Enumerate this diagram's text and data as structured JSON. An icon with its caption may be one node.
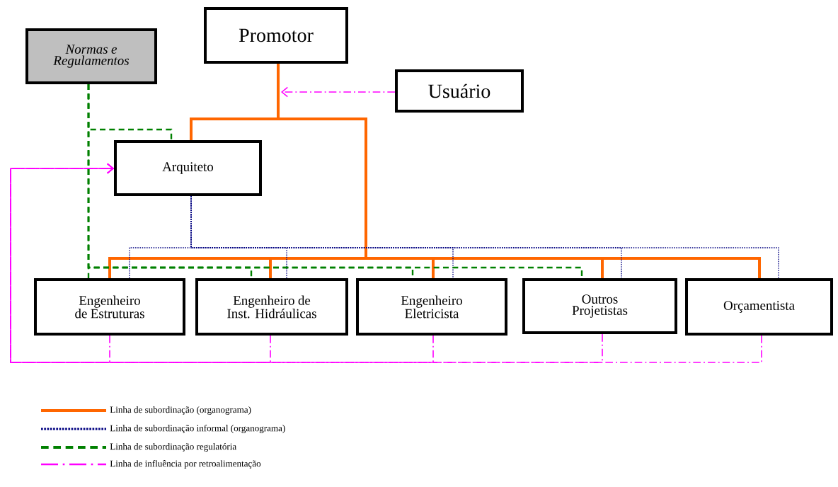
{
  "diagram": {
    "nodes": [
      {
        "text": [
          "Normas e Regulamentos"
        ]
      },
      {
        "text": [
          "Promotor"
        ]
      },
      {
        "text": [
          "Usuário"
        ]
      },
      {
        "text": [
          "Arquiteto"
        ]
      },
      {
        "text": [
          "Engenheiro de Estruturas"
        ]
      },
      {
        "text": [
          "Engenheiro de Inst. Hidráulicas"
        ]
      },
      {
        "text": [
          "Engenheiro Eletricista"
        ]
      },
      {
        "text": [
          "Outros Projetistas"
        ]
      },
      {
        "text": [
          "Orçamentista"
        ]
      }
    ],
    "edges": [
      {
        "from": 1,
        "to": 3,
        "arrow": "none",
        "style": "thick",
        "color": "#ff6600"
      },
      {
        "from": 1,
        "to": 4,
        "arrow": "none",
        "style": "thick",
        "color": "#ff6600"
      },
      {
        "from": 1,
        "to": 5,
        "arrow": "none",
        "style": "thick",
        "color": "#ff6600"
      },
      {
        "from": 1,
        "to": 6,
        "arrow": "none",
        "style": "thick",
        "color": "#ff6600"
      },
      {
        "from": 1,
        "to": 7,
        "arrow": "none",
        "style": "thick",
        "color": "#ff6600"
      },
      {
        "from": 1,
        "to": 8,
        "arrow": "none",
        "style": "thick",
        "color": "#ff6600"
      },
      {
        "from": 2,
        "to": null,
        "arrow": "to",
        "style": "dashed",
        "color": "#ff00ff"
      },
      {
        "from": 3,
        "to": 4,
        "arrow": "none",
        "style": "dashed",
        "color": "#000080"
      },
      {
        "from": 3,
        "to": 5,
        "arrow": "none",
        "style": "dashed",
        "color": "#000080"
      },
      {
        "from": 3,
        "to": 6,
        "arrow": "none",
        "style": "dashed",
        "color": "#000080"
      },
      {
        "from": 3,
        "to": 7,
        "arrow": "none",
        "style": "dashed",
        "color": "#000080"
      },
      {
        "from": 3,
        "to": 8,
        "arrow": "none",
        "style": "dashed",
        "color": "#000080"
      },
      {
        "from": 0,
        "to": 3,
        "arrow": "none",
        "style": "dashed",
        "color": "#008000"
      },
      {
        "from": 0,
        "to": 4,
        "arrow": "none",
        "style": "dashed",
        "color": "#008000"
      },
      {
        "from": 0,
        "to": 5,
        "arrow": "none",
        "style": "dashed",
        "color": "#008000"
      },
      {
        "from": 0,
        "to": 6,
        "arrow": "none",
        "style": "dashed",
        "color": "#008000"
      },
      {
        "from": 0,
        "to": 7,
        "arrow": "none",
        "style": "dashed",
        "color": "#008000"
      },
      {
        "from": 4,
        "to": 3,
        "arrow": "to",
        "style": "dashed",
        "color": "#ff00ff"
      },
      {
        "from": 5,
        "to": 3,
        "arrow": "to",
        "style": "dashed",
        "color": "#ff00ff"
      },
      {
        "from": 6,
        "to": 3,
        "arrow": "to",
        "style": "dashed",
        "color": "#ff00ff"
      },
      {
        "from": 7,
        "to": 3,
        "arrow": "to",
        "style": "dashed",
        "color": "#ff00ff"
      },
      {
        "from": 8,
        "to": 3,
        "arrow": "to",
        "style": "dashed",
        "color": "#ff00ff"
      }
    ],
    "legend": [
      {
        "text": "Linha de subordinação (organograma)"
      },
      {
        "text": "Linha de subordinação informal (organograma)"
      },
      {
        "text": "Linha de subordinação regulatória"
      },
      {
        "text": "Linha de influência por retroalimentação"
      }
    ]
  }
}
